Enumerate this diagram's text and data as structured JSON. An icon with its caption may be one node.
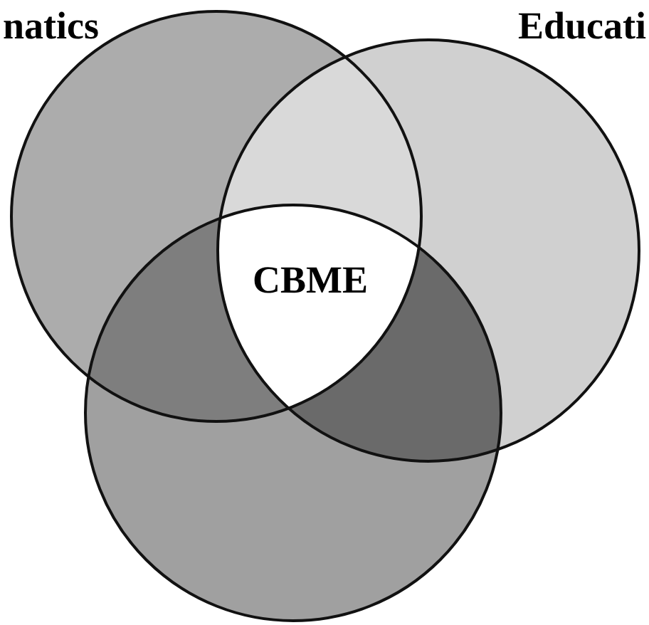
{
  "diagram": {
    "nodes": [
      {
        "text": [
          "natics"
        ]
      },
      {
        "text": [
          "Educati"
        ]
      },
      {
        "text": [],
        "shape": "circle"
      }
    ],
    "labels": [
      "CBME"
    ]
  }
}
